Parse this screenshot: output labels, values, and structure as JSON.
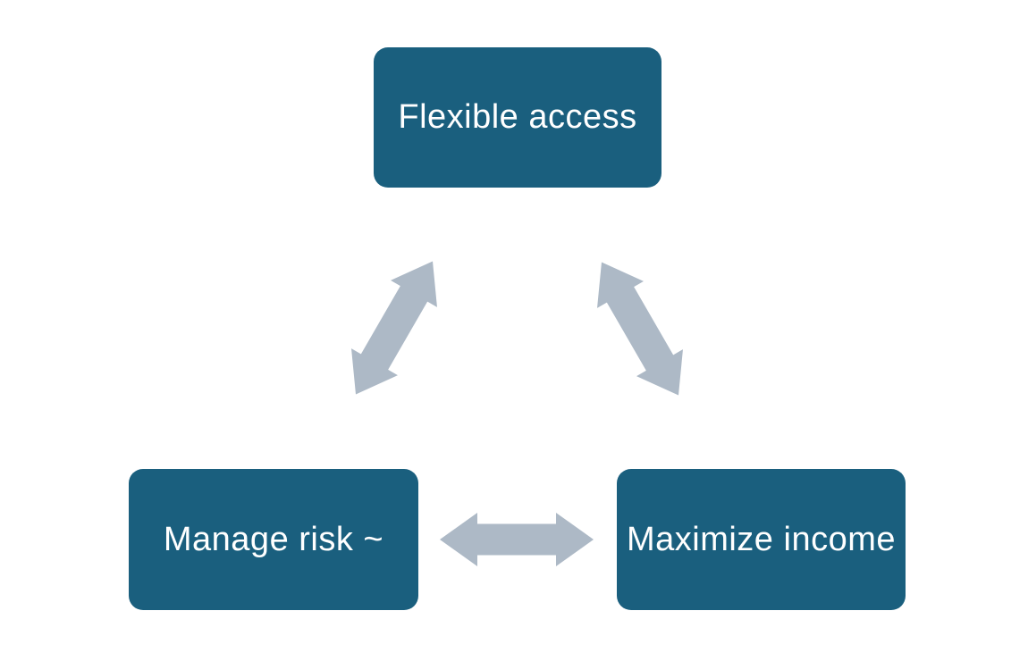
{
  "diagram": {
    "type": "cycle",
    "nodes": [
      {
        "id": "flexible-access",
        "label": "Flexible access"
      },
      {
        "id": "manage-risk",
        "label": "Manage risk ~"
      },
      {
        "id": "maximize-income",
        "label": "Maximize income"
      }
    ],
    "connectors": [
      {
        "from": "flexible-access",
        "to": "manage-risk",
        "style": "double-headed-arrow"
      },
      {
        "from": "flexible-access",
        "to": "maximize-income",
        "style": "double-headed-arrow"
      },
      {
        "from": "manage-risk",
        "to": "maximize-income",
        "style": "double-headed-arrow"
      }
    ],
    "colors": {
      "node_fill": "#1A5F7E",
      "node_text": "#FFFFFF",
      "arrow_fill": "#ADB9C6",
      "background": "#FFFFFF"
    }
  }
}
